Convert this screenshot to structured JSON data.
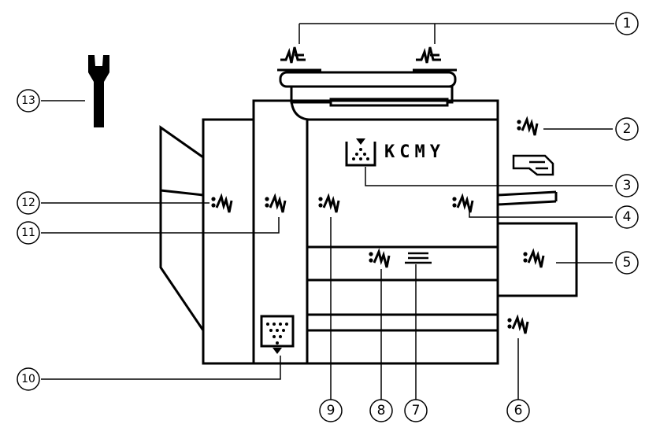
{
  "diagram": {
    "toner_label": "KCMY",
    "callouts": [
      {
        "number": "1"
      },
      {
        "number": "2"
      },
      {
        "number": "3"
      },
      {
        "number": "4"
      },
      {
        "number": "5"
      },
      {
        "number": "6"
      },
      {
        "number": "7"
      },
      {
        "number": "8"
      },
      {
        "number": "9"
      },
      {
        "number": "10"
      },
      {
        "number": "11"
      },
      {
        "number": "12"
      },
      {
        "number": "13"
      }
    ],
    "icons": {
      "jam": "paper-jam-icon",
      "misfeed": "paper-misfeed-icon",
      "toner_add": "add-toner-icon",
      "waste_toner": "waste-toner-icon",
      "paper_stack": "paper-stack-icon",
      "hand": "manual-feed-hand-icon",
      "service": "wrench-icon"
    }
  }
}
